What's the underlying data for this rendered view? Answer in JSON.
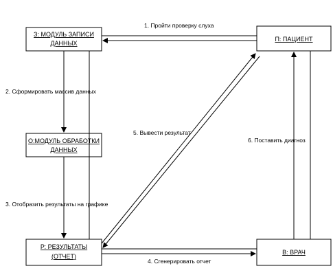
{
  "nodes": {
    "registration": {
      "line1": "З: МОДУЛЬ ЗАПИСИ",
      "line2": "ДАННЫХ"
    },
    "processing": {
      "line1": "О:МОДУЛЬ ОБРАБОТКИ",
      "line2": "ДАННЫХ"
    },
    "results": {
      "line1": "Р: РЕЗУЛЬТАТЫ",
      "line2": "(ОТЧЕТ)"
    },
    "patient": {
      "line1": "П: ПАЦИЕНТ"
    },
    "doctor": {
      "line1": "В: ВРАЧ"
    }
  },
  "messages": {
    "m1": "1. Пройти проверку слуха",
    "m2": "2. Сформировать массив данных",
    "m3": "3. Отобразить результаты на графике",
    "m4": "4. Сгенерировать отчет",
    "m5": "5. Вывести результат",
    "m6": "6. Поставить диагноз"
  }
}
